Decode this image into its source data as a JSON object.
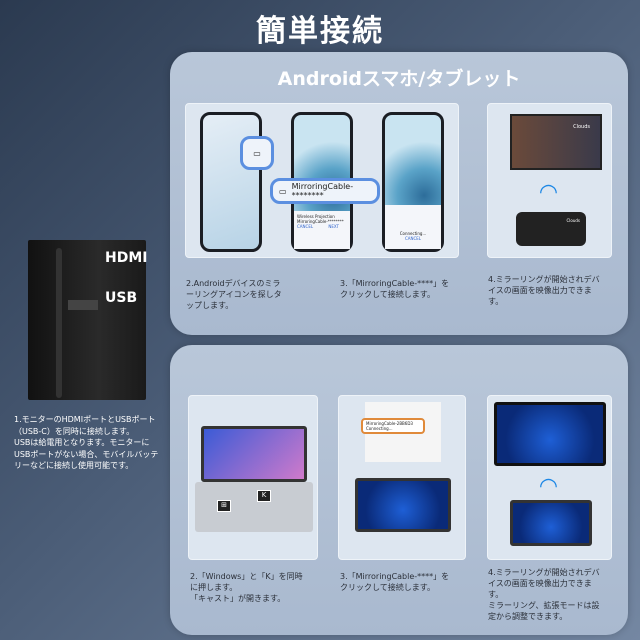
{
  "title": "簡単接続",
  "left": {
    "ports": [
      "HDMI",
      "USB"
    ],
    "text": "1.モニターのHDMIポートとUSBポート（USB-C）を同時に接続します。\nUSBは給電用となります。モニターにUSBポートがない場合、モバイルバッテリーなどに接続し使用可能です。"
  },
  "android": {
    "title": "Androidスマホ/タブレット",
    "popup": "MirroringCable-********",
    "dialog_title": "Wireless Projection",
    "dialog_item": "MirroringCable-********",
    "dialog_cancel": "CANCEL",
    "dialog_next": "NEXT",
    "connecting": "Connecting...",
    "connect_cancel": "CANCEL",
    "tv_song": "Clouds",
    "steps": [
      "2.Androidデバイスのミラーリングアイコンを探しタップします。",
      "3.「MirroringCable-****」をクリックして接続します。",
      "4.ミラーリングが開始されデバイスの画面を映像出力できます。"
    ]
  },
  "windows": {
    "keys": [
      "⊞",
      "K"
    ],
    "popup_name": "MirroringCable-2BB6D3",
    "popup_status": "Connecting...",
    "steps": [
      "2.「Windows」と「K」を同時に押します。\n「キャスト」が開きます。",
      "3.「MirroringCable-****」をクリックして接続します。",
      "4.ミラーリングが開始されデバイスの画面を映像出力できます。\nミラーリング、拡張モードは設定から調整できます。"
    ]
  }
}
